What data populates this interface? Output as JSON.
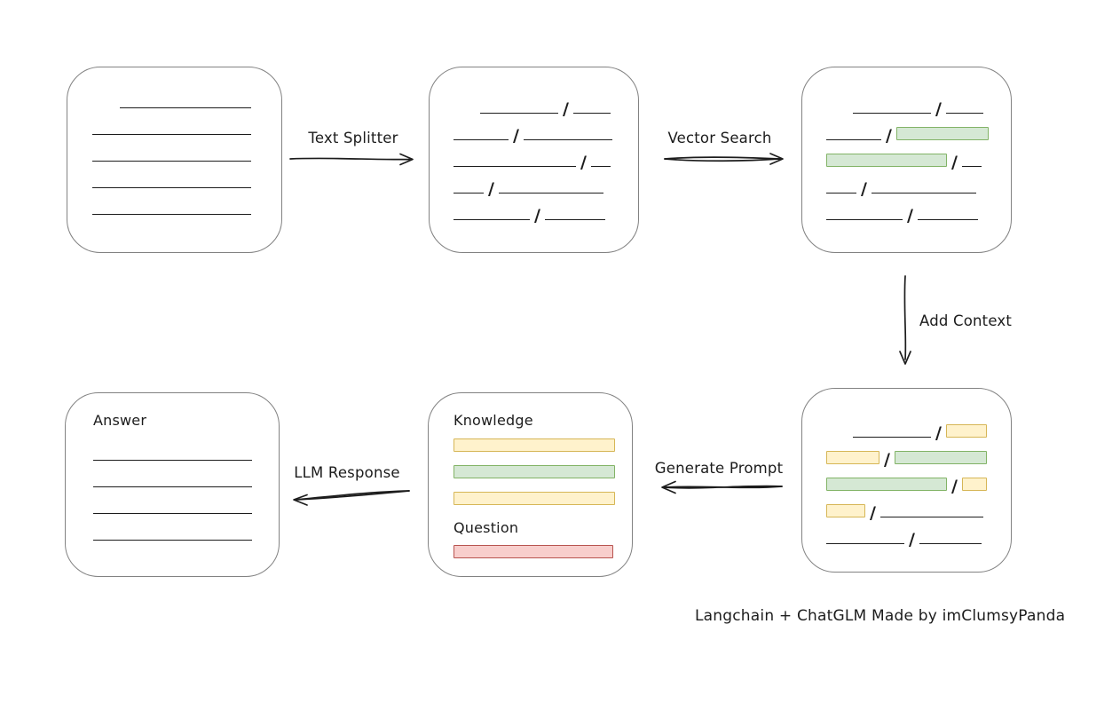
{
  "caption": "Langchain + ChatGLM Made by imClumsyPanda",
  "glyphs": {
    "slash": "/"
  },
  "colors": {
    "ink": "#1c1c1c",
    "box_border": "#828282",
    "green_fill": "#d5e8d4",
    "green_border": "#82b366",
    "yellow_fill": "#fff2cc",
    "yellow_border": "#d6b656",
    "red_fill": "#f8cecc",
    "red_border": "#b85450"
  },
  "arrows": {
    "text_splitter": {
      "label": "Text Splitter",
      "direction": "right"
    },
    "vector_search": {
      "label": "Vector Search",
      "direction": "right"
    },
    "add_context": {
      "label": "Add Context",
      "direction": "down"
    },
    "generate_prompt": {
      "label": "Generate Prompt",
      "direction": "left"
    },
    "llm_response": {
      "label": "LLM Response",
      "direction": "left"
    }
  },
  "boxes": {
    "document": {
      "items": [
        {
          "t": "row",
          "indent": 31,
          "segs": [
            [
              "line",
              148
            ]
          ]
        },
        {
          "t": "row",
          "indent": 0,
          "segs": [
            [
              "line",
              179
            ]
          ]
        },
        {
          "t": "row",
          "indent": 0,
          "segs": [
            [
              "line",
              179
            ]
          ]
        },
        {
          "t": "row",
          "indent": 0,
          "segs": [
            [
              "line",
              179
            ]
          ]
        },
        {
          "t": "row",
          "indent": 0,
          "segs": [
            [
              "line",
              179
            ]
          ]
        }
      ]
    },
    "chunks": {
      "items": [
        {
          "t": "row",
          "indent": 30,
          "segs": [
            [
              "line",
              88
            ],
            [
              "line",
              42
            ]
          ]
        },
        {
          "t": "row",
          "indent": 0,
          "segs": [
            [
              "line",
              62
            ],
            [
              "line",
              100
            ]
          ]
        },
        {
          "t": "row",
          "indent": 0,
          "segs": [
            [
              "line",
              138
            ],
            [
              "line",
              22
            ]
          ]
        },
        {
          "t": "row",
          "indent": 0,
          "segs": [
            [
              "line",
              34
            ],
            [
              "line",
              118
            ]
          ]
        },
        {
          "t": "row",
          "indent": 0,
          "segs": [
            [
              "line",
              86
            ],
            [
              "line",
              68
            ]
          ]
        }
      ]
    },
    "matched": {
      "items": [
        {
          "t": "row",
          "indent": 30,
          "segs": [
            [
              "line",
              88
            ],
            [
              "line",
              42
            ]
          ]
        },
        {
          "t": "row",
          "indent": 0,
          "segs": [
            [
              "line",
              62
            ],
            [
              "green",
              104
            ]
          ]
        },
        {
          "t": "row",
          "indent": 0,
          "segs": [
            [
              "green",
              136
            ],
            [
              "line",
              22
            ]
          ]
        },
        {
          "t": "row",
          "indent": 0,
          "segs": [
            [
              "line",
              34
            ],
            [
              "line",
              118
            ]
          ]
        },
        {
          "t": "row",
          "indent": 0,
          "segs": [
            [
              "line",
              86
            ],
            [
              "line",
              68
            ]
          ]
        }
      ]
    },
    "context": {
      "items": [
        {
          "t": "row",
          "indent": 30,
          "segs": [
            [
              "line",
              88
            ],
            [
              "yellow",
              46
            ]
          ]
        },
        {
          "t": "row",
          "indent": 0,
          "segs": [
            [
              "yellow",
              60
            ],
            [
              "green",
              104
            ]
          ]
        },
        {
          "t": "row",
          "indent": 0,
          "segs": [
            [
              "green",
              136
            ],
            [
              "yellow",
              28
            ]
          ]
        },
        {
          "t": "row",
          "indent": 0,
          "segs": [
            [
              "yellow",
              44
            ],
            [
              "line",
              116
            ]
          ]
        },
        {
          "t": "row",
          "indent": 0,
          "segs": [
            [
              "line",
              88
            ],
            [
              "line",
              70
            ]
          ]
        }
      ]
    },
    "prompt": {
      "items": [
        {
          "t": "heading",
          "text": "Knowledge"
        },
        {
          "t": "chip",
          "kind": "yellow",
          "w": 182
        },
        {
          "t": "chip",
          "kind": "green",
          "w": 182
        },
        {
          "t": "chip",
          "kind": "yellow",
          "w": 182
        },
        {
          "t": "heading2",
          "text": "Question"
        },
        {
          "t": "chip",
          "kind": "red",
          "w": 180
        }
      ]
    },
    "answer": {
      "items": [
        {
          "t": "heading",
          "text": "Answer"
        },
        {
          "t": "row",
          "indent": 0,
          "segs": [
            [
              "line",
              179
            ]
          ]
        },
        {
          "t": "row",
          "indent": 0,
          "segs": [
            [
              "line",
              179
            ]
          ]
        },
        {
          "t": "row",
          "indent": 0,
          "segs": [
            [
              "line",
              179
            ]
          ]
        },
        {
          "t": "row",
          "indent": 0,
          "segs": [
            [
              "line",
              179
            ]
          ]
        }
      ]
    }
  }
}
